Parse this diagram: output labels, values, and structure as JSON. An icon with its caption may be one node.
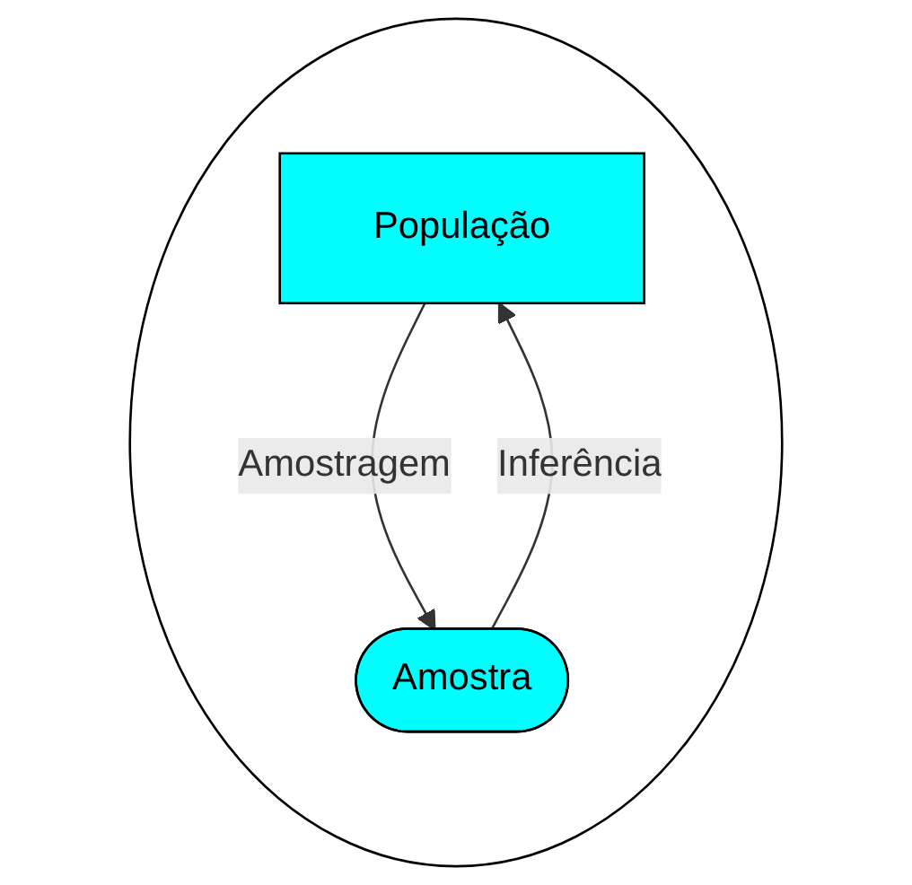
{
  "diagram": {
    "nodes": [
      {
        "text": [],
        "shape": "circle"
      },
      {
        "text": [
          "População"
        ],
        "in": 0
      },
      {
        "text": [
          "Amostra"
        ],
        "in": 0
      }
    ],
    "edges": [
      {
        "from": 1,
        "to": 2,
        "arrow": "to",
        "label": "Amostragem"
      },
      {
        "from": 2,
        "to": 1,
        "arrow": "to",
        "label": "Inferência"
      }
    ]
  }
}
